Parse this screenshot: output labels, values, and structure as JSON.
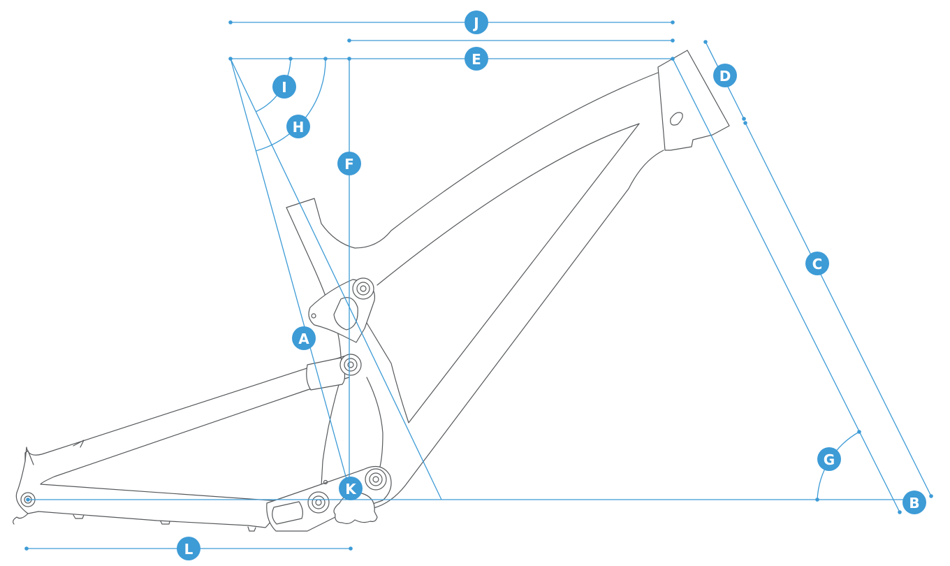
{
  "colors": {
    "dimension": "#3d9bd6",
    "frame": "#55585b",
    "background": "#ffffff"
  },
  "labels": {
    "A": "A",
    "B": "B",
    "C": "C",
    "D": "D",
    "E": "E",
    "F": "F",
    "G": "G",
    "H": "H",
    "I": "I",
    "J": "J",
    "K": "K",
    "L": "L"
  }
}
